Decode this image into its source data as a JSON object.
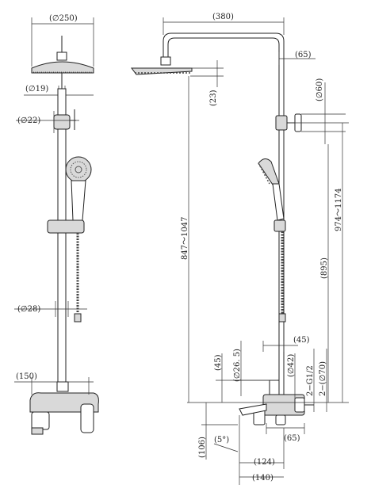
{
  "labels": {
    "d250": "(∅250)",
    "d19": "(∅19)",
    "d22": "(∅22)",
    "d28": "(∅28)",
    "w150": "(150)",
    "w380": "(380)",
    "w65top": "(65)",
    "h23": "(23)",
    "d60": "(∅60)",
    "h847": "847～1047",
    "h974": "974～1174",
    "h895": "(895)",
    "w45": "(45)",
    "h45": "(45)",
    "d26": "(∅26. 5)",
    "d42": "(∅42)",
    "g12": "2−G1/2",
    "d70": "2−(∅70)",
    "h106": "(106)",
    "deg5": "(5°)",
    "w65bot": "(65)",
    "w124": "(124)",
    "w140": "(140)"
  }
}
